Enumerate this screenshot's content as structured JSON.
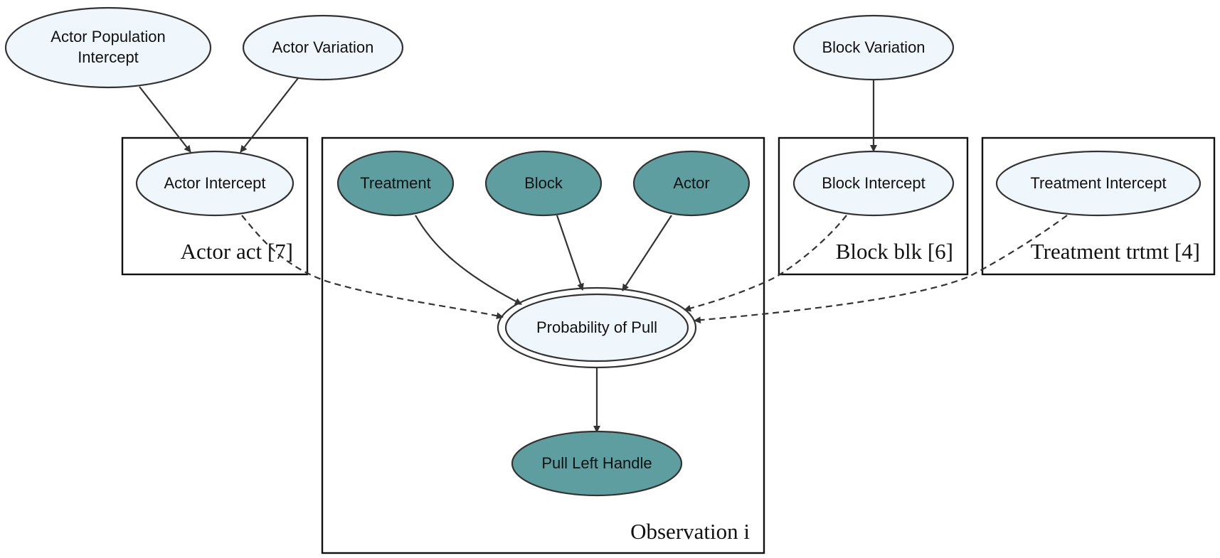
{
  "colors": {
    "latent_fill": "#eff7fd",
    "observed_fill": "#5f9ea0",
    "stroke": "#333333",
    "background": "#ffffff"
  },
  "nodes": {
    "actor_population_intercept": {
      "lines": [
        "Actor Population",
        "Intercept"
      ],
      "kind": "latent"
    },
    "actor_variation": {
      "lines": [
        "Actor Variation"
      ],
      "kind": "latent"
    },
    "block_variation": {
      "lines": [
        "Block Variation"
      ],
      "kind": "latent"
    },
    "actor_intercept": {
      "lines": [
        "Actor Intercept"
      ],
      "kind": "latent"
    },
    "treatment": {
      "lines": [
        "Treatment"
      ],
      "kind": "observed"
    },
    "block": {
      "lines": [
        "Block"
      ],
      "kind": "observed"
    },
    "actor": {
      "lines": [
        "Actor"
      ],
      "kind": "observed"
    },
    "block_intercept": {
      "lines": [
        "Block Intercept"
      ],
      "kind": "latent"
    },
    "treatment_intercept": {
      "lines": [
        "Treatment Intercept"
      ],
      "kind": "latent"
    },
    "probability_of_pull": {
      "lines": [
        "Probability of Pull"
      ],
      "kind": "deterministic"
    },
    "pull_left_handle": {
      "lines": [
        "Pull Left Handle"
      ],
      "kind": "observed"
    }
  },
  "plates": {
    "actor_plate": {
      "label": "Actor act [7]"
    },
    "observation_plate": {
      "label": "Observation i"
    },
    "block_plate": {
      "label": "Block blk [6]"
    },
    "treatment_plate": {
      "label": "Treatment trtmt [4]"
    }
  },
  "edges": [
    {
      "from": "actor_population_intercept",
      "to": "actor_intercept",
      "style": "solid"
    },
    {
      "from": "actor_variation",
      "to": "actor_intercept",
      "style": "solid"
    },
    {
      "from": "block_variation",
      "to": "block_intercept",
      "style": "solid"
    },
    {
      "from": "treatment",
      "to": "probability_of_pull",
      "style": "solid"
    },
    {
      "from": "block",
      "to": "probability_of_pull",
      "style": "solid"
    },
    {
      "from": "actor",
      "to": "probability_of_pull",
      "style": "solid"
    },
    {
      "from": "actor_intercept",
      "to": "probability_of_pull",
      "style": "dashed"
    },
    {
      "from": "block_intercept",
      "to": "probability_of_pull",
      "style": "dashed"
    },
    {
      "from": "treatment_intercept",
      "to": "probability_of_pull",
      "style": "dashed"
    },
    {
      "from": "probability_of_pull",
      "to": "pull_left_handle",
      "style": "solid"
    }
  ]
}
